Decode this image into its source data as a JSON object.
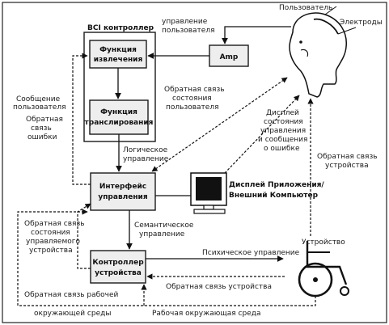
{
  "labels": {
    "bci_controller": "BCI контроллер",
    "feature_extraction_1": "Функция",
    "feature_extraction_2": "извлечения",
    "translation_1": "Функция",
    "translation_2": "транслирования",
    "amp": "Amp",
    "user": "Пользователь",
    "electrodes": "Электроды",
    "user_control_1": "управление",
    "user_control_2": "пользователя",
    "user_message_1": "Сообщение",
    "user_message_2": "пользователя",
    "error_fb_1": "Обратная",
    "error_fb_2": "связь",
    "error_fb_3": "ошибки",
    "user_state_fb_1": "Обратная связь",
    "user_state_fb_2": "состояния",
    "user_state_fb_3": "пользователя",
    "display_1": "Дисплей",
    "display_2": "состояния",
    "display_3": "управления",
    "display_4": "и сообщения",
    "display_5": "о ошибке",
    "logic_control_1": "Логическое",
    "logic_control_2": "управление",
    "interface_1": "Интерфейс",
    "interface_2": "управления",
    "screen_label_1": "Дисплей Приложения/",
    "screen_label_2": "Внешний Компьютер",
    "device_fb_right_1": "Обратная связь",
    "device_fb_right_2": "устройства",
    "semantic_control_1": "Семантическое",
    "semantic_control_2": "управление",
    "managed_state_fb_1": "Обратная связь",
    "managed_state_fb_2": "состояния",
    "managed_state_fb_3": "управляемого",
    "managed_state_fb_4": "устройства",
    "device_controller_1": "Контроллер",
    "device_controller_2": "устройства",
    "psychic_control": "Психическое управление",
    "device": "Устройство",
    "device_fb_bottom": "Обратная связь устройства",
    "env_fb_1": "Обратная связь рабочей",
    "env_fb_2": "окружающей среды",
    "env": "Рабочая окружающая среда"
  }
}
